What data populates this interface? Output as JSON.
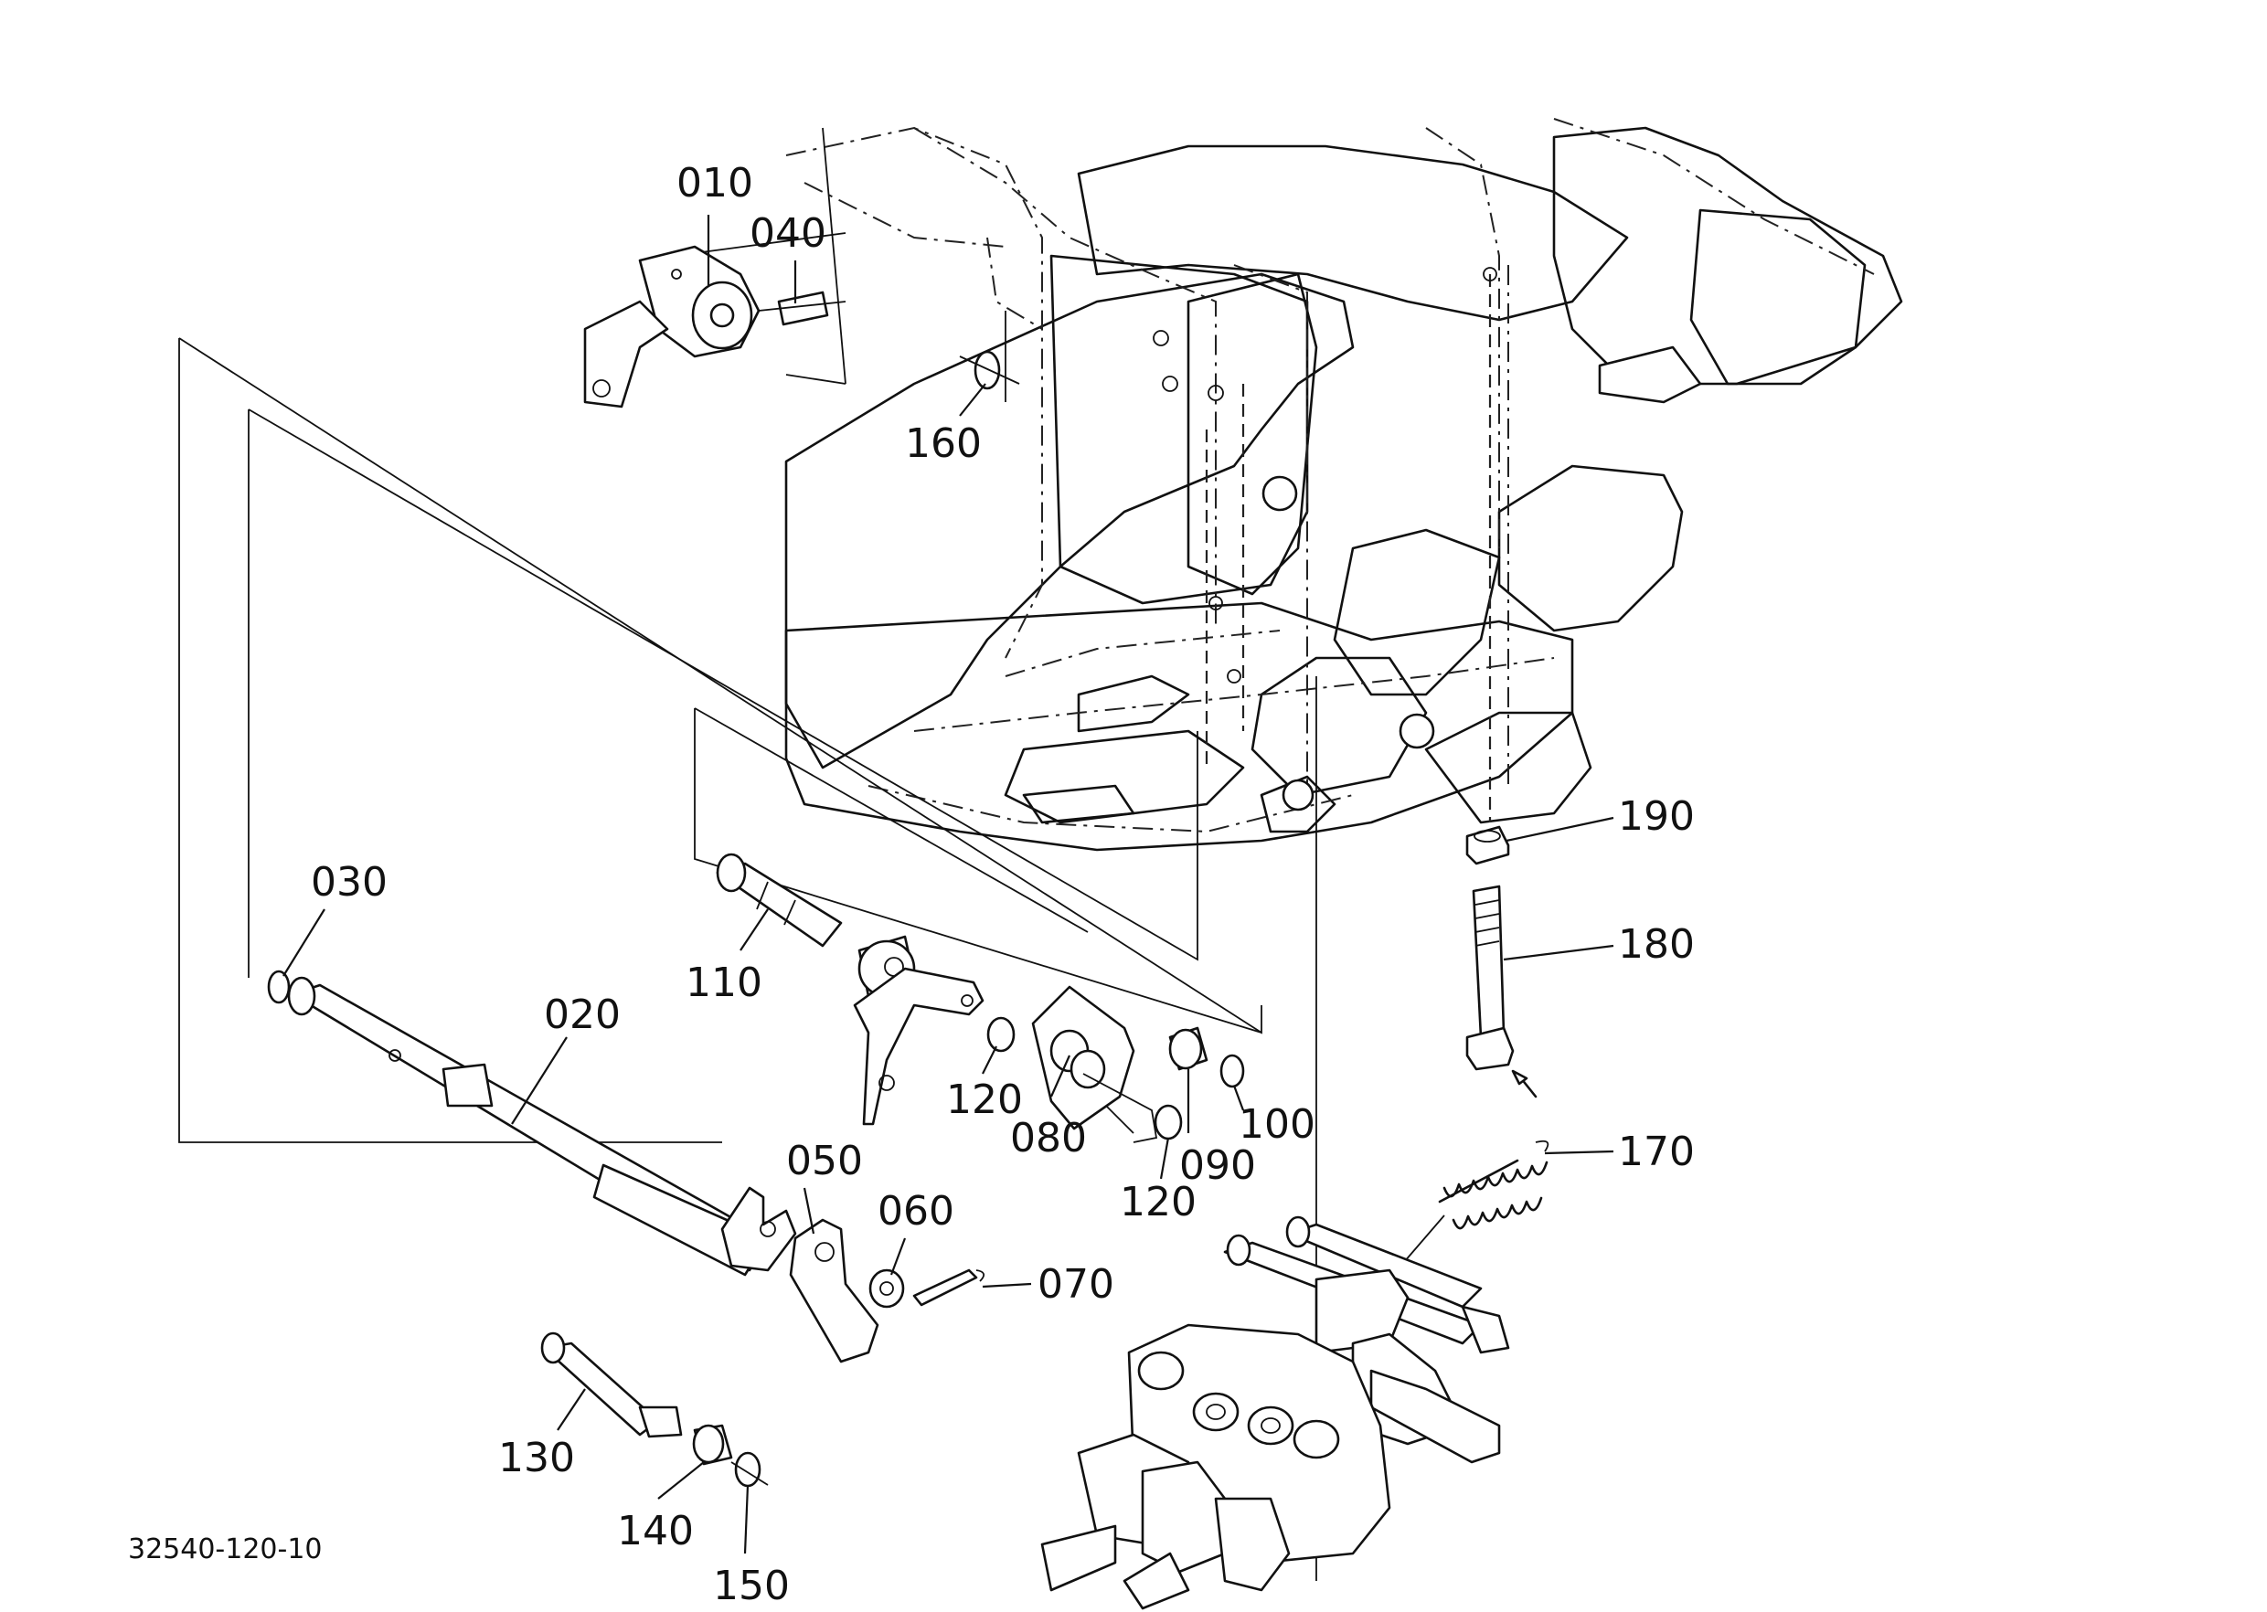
{
  "diagram": {
    "drawing_number": "32540-120-10",
    "part_labels": {
      "p010": "010",
      "p020": "020",
      "p030": "030",
      "p040": "040",
      "p050": "050",
      "p060": "060",
      "p070": "070",
      "p080": "080",
      "p090": "090",
      "p100": "100",
      "p110": "110",
      "p120a": "120",
      "p120b": "120",
      "p130": "130",
      "p140": "140",
      "p150": "150",
      "p160": "160",
      "p170": "170",
      "p180": "180",
      "p190": "190"
    }
  }
}
